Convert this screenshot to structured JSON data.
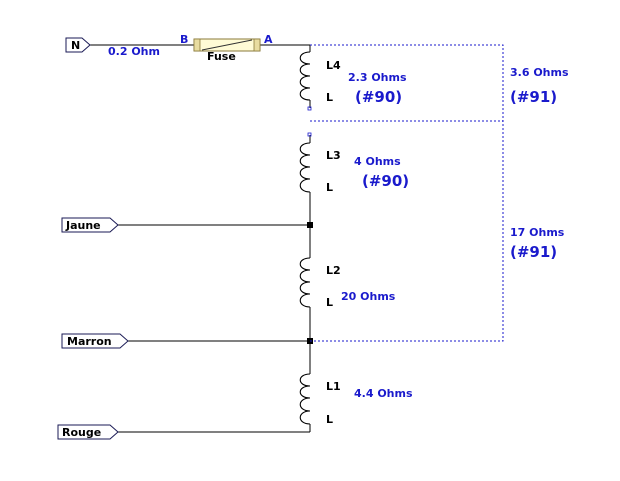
{
  "ports": {
    "n": "N",
    "jaune": "Jaune",
    "marron": "Marron",
    "rouge": "Rouge"
  },
  "fuse": {
    "label": "Fuse",
    "pin_b": "B",
    "pin_a": "A"
  },
  "inductors": {
    "l4": {
      "name": "L4",
      "end": "L"
    },
    "l3": {
      "name": "L3",
      "end": "L"
    },
    "l2": {
      "name": "L2",
      "end": "L"
    },
    "l1": {
      "name": "L1",
      "end": "L"
    }
  },
  "resistances": {
    "input": "0.2 Ohm",
    "l4": "2.3 Ohms",
    "l3": "4 Ohms",
    "l2": "20 Ohms",
    "l1": "4.4 Ohms",
    "group_top": "3.6 Ohms",
    "group_bottom": "17 Ohms"
  },
  "references": {
    "l4": "(#90)",
    "l3": "(#90)",
    "group_top": "(#91)",
    "group_bottom": "(#91)"
  },
  "colors": {
    "wire": "#000000",
    "annotation": "#1a1acc",
    "fuse_body": "#fffbd6",
    "fuse_border": "#8a7a3a"
  }
}
